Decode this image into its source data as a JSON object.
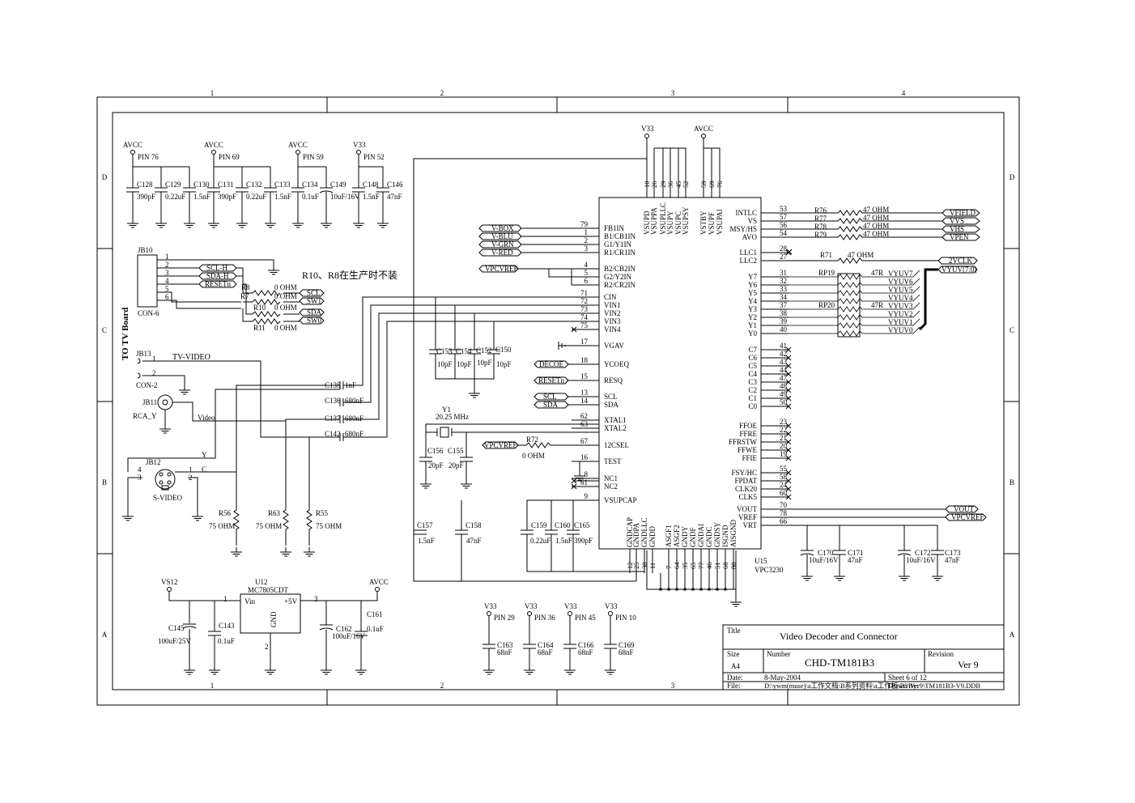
{
  "frame": {
    "cols": [
      "1",
      "2",
      "3",
      "4"
    ],
    "rows": [
      "D",
      "C",
      "B",
      "A"
    ]
  },
  "title_block": {
    "title_label": "Title",
    "title": "Video Decoder and Connector",
    "size_label": "Size",
    "size": "A4",
    "number_label": "Number",
    "number": "CHD-TM181B3",
    "revision_label": "Revision",
    "revision": "Ver 9",
    "date_label": "Date:",
    "date": "8-May-2004",
    "sheet": "Sheet 6 of  12",
    "file_label": "File:",
    "file": "D:\\ywm(muse)\\a工作文档\\B系列资料\\a工作板\\B3\\Ver9\\TM181B3-V9.DDB",
    "drawn_by": "Drawn By:"
  },
  "board_label": "TO TV Board",
  "note": "R10、R8在生产时不装",
  "power": {
    "avcc": "AVCC",
    "v33": "V33",
    "vs12": "VS12",
    "pin76": "PIN 76",
    "pin69": "PIN 69",
    "pin59": "PIN 59",
    "pin52": "PIN 52",
    "pin29": "PIN 29",
    "pin36": "PIN 36",
    "pin45": "PIN 45",
    "pin10": "PIN 10"
  },
  "decoupling": [
    {
      "ref": "C128",
      "val": "390pF"
    },
    {
      "ref": "C129",
      "val": "0.22uF"
    },
    {
      "ref": "C130",
      "val": "1.5nF"
    },
    {
      "ref": "C131",
      "val": "390pF"
    },
    {
      "ref": "C132",
      "val": "0.22uF"
    },
    {
      "ref": "C133",
      "val": "1.5nF"
    },
    {
      "ref": "C134",
      "val": "0.1uF"
    },
    {
      "ref": "C149",
      "val": "10uF/16V"
    },
    {
      "ref": "C148",
      "val": "1.5nF"
    },
    {
      "ref": "C146",
      "val": "47nF"
    }
  ],
  "jb10": {
    "ref": "JB10",
    "type": "CON-6",
    "pins": [
      "1",
      "2",
      "3",
      "4",
      "5",
      "6"
    ],
    "nets": [
      "SCL-H",
      "SDA-H",
      "RESETn"
    ]
  },
  "resistors_bus": [
    {
      "ref": "R8",
      "val": "0 OHM",
      "net": "SCL"
    },
    {
      "ref": "R7",
      "val": "0 OHM",
      "net": "SW1"
    },
    {
      "ref": "R10",
      "val": "0 OHM",
      "net": "SDA"
    },
    {
      "ref": "R11",
      "val": "0 OHM",
      "net": "SW0"
    }
  ],
  "connectors": {
    "jb13": "JB13",
    "jb13_type": "CON-2",
    "tv_video": "TV-VIDEO",
    "p1": "1",
    "p2": "2",
    "jb11": "JB11",
    "jb11_type": "RCA_Y",
    "video": "Video",
    "jb12": "JB12",
    "jb12_type": "S-VIDEO",
    "y": "Y",
    "c": "C",
    "sv_pins": [
      "4",
      "3",
      "1",
      "2"
    ]
  },
  "coupling": [
    {
      "ref": "C135",
      "val": "1nF"
    },
    {
      "ref": "C136",
      "val": "680nF"
    },
    {
      "ref": "C137",
      "val": "680nF"
    },
    {
      "ref": "C142",
      "val": "680nF"
    }
  ],
  "terminations": [
    {
      "ref": "R56",
      "val": "75 OHM"
    },
    {
      "ref": "R63",
      "val": "75 OHM"
    },
    {
      "ref": "R55",
      "val": "75 OHM"
    }
  ],
  "rgb_in": [
    "V-BOX",
    "V-BLU",
    "V-GRN",
    "V-RED",
    "VPCVREF"
  ],
  "cin_caps": [
    {
      "ref": "C153",
      "val": "10pF"
    },
    {
      "ref": "C154",
      "val": "10pF"
    },
    {
      "ref": "C152",
      "val": "10pF"
    },
    {
      "ref": "C150",
      "val": "10pF"
    }
  ],
  "misc_nets": {
    "decoe": "DECOE",
    "resetn": "RESETn",
    "scl": "SCL",
    "sda": "SDA",
    "vpcvref": "VPCVREF",
    "r72": "R72",
    "r72_val": "0 OHM"
  },
  "crystal": {
    "ref": "Y1",
    "val": "20.25 MHz",
    "c1": "C156",
    "c1v": "20pF",
    "c2": "C155",
    "c2v": "20pF"
  },
  "vsup_caps": [
    {
      "ref": "C157",
      "val": "1.5nF"
    },
    {
      "ref": "C158",
      "val": "47nF"
    },
    {
      "ref": "C159",
      "val": "0.22uF"
    },
    {
      "ref": "C160",
      "val": "1.5nF"
    },
    {
      "ref": "C165",
      "val": "390pF"
    }
  ],
  "ic": {
    "ref": "U15",
    "part": "VPC3230",
    "top_pins": [
      {
        "num": "10",
        "name": "VSUPD"
      },
      {
        "num": "26",
        "name": "VSUPPA"
      },
      {
        "num": "29",
        "name": "VSUPLLC"
      },
      {
        "num": "36",
        "name": "VSUPY"
      },
      {
        "num": "45",
        "name": "VSUPC"
      },
      {
        "num": "52",
        "name": "VSUPSY"
      },
      {
        "num": "59",
        "name": "VSTBY"
      },
      {
        "num": "69",
        "name": "VSUPF"
      },
      {
        "num": "76",
        "name": "VSUPAI"
      }
    ],
    "left_pins": [
      {
        "num": "79",
        "name": "FB1IN"
      },
      {
        "num": "1",
        "name": "B1/CB1IN"
      },
      {
        "num": "2",
        "name": "G1/Y1IN"
      },
      {
        "num": "3",
        "name": "R1/CR1IN"
      },
      {
        "num": "4",
        "name": "B2/CB2IN"
      },
      {
        "num": "5",
        "name": "G2/Y2IN"
      },
      {
        "num": "6",
        "name": "R2/CR2IN"
      },
      {
        "num": "71",
        "name": "CIN"
      },
      {
        "num": "72",
        "name": "VIN1"
      },
      {
        "num": "73",
        "name": "VIN2"
      },
      {
        "num": "74",
        "name": "VIN3"
      },
      {
        "num": "75",
        "name": "VIN4"
      },
      {
        "num": "17",
        "name": "VGAV"
      },
      {
        "num": "18",
        "name": "YCOEQ"
      },
      {
        "num": "15",
        "name": "RESQ"
      },
      {
        "num": "13",
        "name": "SCL"
      },
      {
        "num": "14",
        "name": "SDA"
      },
      {
        "num": "62",
        "name": "XTAL1"
      },
      {
        "num": "63",
        "name": "XTAL2"
      },
      {
        "num": "67",
        "name": "12CSEL"
      },
      {
        "num": "16",
        "name": "TEST"
      },
      {
        "num": "8",
        "name": "NC1"
      },
      {
        "num": "61",
        "name": "NC2"
      },
      {
        "num": "9",
        "name": "VSUPCAP"
      }
    ],
    "right_pins": [
      {
        "num": "53",
        "name": "INTLC"
      },
      {
        "num": "57",
        "name": "VS"
      },
      {
        "num": "56",
        "name": "MSY/HS"
      },
      {
        "num": "54",
        "name": "AVO"
      },
      {
        "num": "28",
        "name": "LLC1"
      },
      {
        "num": "27",
        "name": "LLC2"
      },
      {
        "num": "31",
        "name": "Y7"
      },
      {
        "num": "32",
        "name": "Y6"
      },
      {
        "num": "33",
        "name": "Y5"
      },
      {
        "num": "34",
        "name": "Y4"
      },
      {
        "num": "37",
        "name": "Y3"
      },
      {
        "num": "38",
        "name": "Y2"
      },
      {
        "num": "39",
        "name": "Y1"
      },
      {
        "num": "40",
        "name": "Y0"
      },
      {
        "num": "41",
        "name": "C7"
      },
      {
        "num": "42",
        "name": "C6"
      },
      {
        "num": "43",
        "name": "C5"
      },
      {
        "num": "44",
        "name": "C4"
      },
      {
        "num": "47",
        "name": "C3"
      },
      {
        "num": "48",
        "name": "C2"
      },
      {
        "num": "49",
        "name": "C1"
      },
      {
        "num": "50",
        "name": "C0"
      },
      {
        "num": "23",
        "name": "FFOE"
      },
      {
        "num": "22",
        "name": "FFRE"
      },
      {
        "num": "21",
        "name": "FFRSTW"
      },
      {
        "num": "20",
        "name": "FFWE"
      },
      {
        "num": "19",
        "name": "FFIE"
      },
      {
        "num": "55",
        "name": "FSY/HC"
      },
      {
        "num": "58",
        "name": "FPDAT"
      },
      {
        "num": "24",
        "name": "CLK20"
      },
      {
        "num": "60",
        "name": "CLK5"
      },
      {
        "num": "70",
        "name": "VOUT"
      },
      {
        "num": "78",
        "name": "VREF"
      },
      {
        "num": "66",
        "name": "VRT"
      }
    ],
    "bottom_pins": [
      {
        "num": "12",
        "name": "GNDCAP"
      },
      {
        "num": "25",
        "name": "GNDPA"
      },
      {
        "num": "30",
        "name": "GNDLLC"
      },
      {
        "num": "11",
        "name": "GNDD"
      },
      {
        "num": "7",
        "name": "ASGF1"
      },
      {
        "num": "64",
        "name": "ASGF2"
      },
      {
        "num": "35",
        "name": "GNDY"
      },
      {
        "num": "65",
        "name": "GNDF"
      },
      {
        "num": "77",
        "name": "GNDAI"
      },
      {
        "num": "46",
        "name": "GNDC"
      },
      {
        "num": "51",
        "name": "GNDSY"
      },
      {
        "num": "68",
        "name": "ISGND"
      },
      {
        "num": "80",
        "name": "AISGND"
      }
    ]
  },
  "sync_out": [
    {
      "ref": "R76",
      "val": "47 OHM",
      "net": "VFIELD"
    },
    {
      "ref": "R77",
      "val": "47 OHM",
      "net": "VVS"
    },
    {
      "ref": "R78",
      "val": "47 OHM",
      "net": "VHS"
    },
    {
      "ref": "R79",
      "val": "47 OHM",
      "net": "VPEN"
    }
  ],
  "clk_out": {
    "ref": "R71",
    "val": "47 OHM",
    "net": "2VCLK",
    "bus": "VYUV[7:0]"
  },
  "rpacks": [
    {
      "ref": "RP19",
      "val": "47R"
    },
    {
      "ref": "RP20",
      "val": "47R"
    }
  ],
  "yuv_nets": [
    "VYUV7",
    "VYUV6",
    "VYUV5",
    "VYUV4",
    "VYUV3",
    "VYUV2",
    "VYUV1",
    "VYUV0"
  ],
  "vout_nets": [
    "VOUT",
    "VPCVREF"
  ],
  "vref_caps": [
    {
      "ref": "C170",
      "val": "10uF/16V"
    },
    {
      "ref": "C171",
      "val": "47nF"
    },
    {
      "ref": "C172",
      "val": "10uF/16V"
    },
    {
      "ref": "C173",
      "val": "47nF"
    }
  ],
  "regulator": {
    "ref": "U12",
    "part": "MC7805CDT",
    "vin": "Vin",
    "vout": "+5V",
    "gnd": "GND",
    "p1": "1",
    "p2": "2",
    "p3": "3",
    "caps": [
      {
        "ref": "C145",
        "val": "100uF/25V"
      },
      {
        "ref": "C143",
        "val": "0.1uF"
      },
      {
        "ref": "C162",
        "val": "100uF/16V"
      },
      {
        "ref": "C161",
        "val": "0.1uF"
      }
    ]
  },
  "v33_caps": [
    {
      "ref": "C163",
      "val": "68nF"
    },
    {
      "ref": "C164",
      "val": "68nF"
    },
    {
      "ref": "C166",
      "val": "68nF"
    },
    {
      "ref": "C169",
      "val": "68nF"
    }
  ]
}
